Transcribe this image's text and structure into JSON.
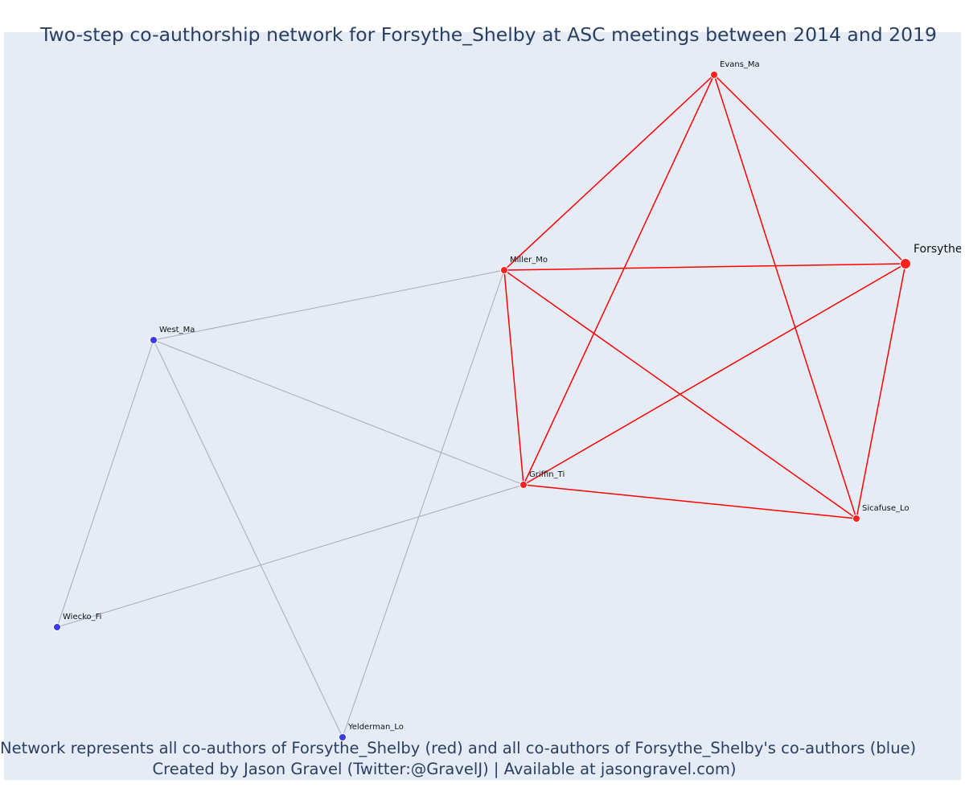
{
  "title": "Two-step co-authorship network for Forsythe_Shelby at ASC meetings between 2014 and 2019",
  "caption": {
    "line1": "Network represents all co-authors of Forsythe_Shelby (red) and all co-authors of Forsythe_Shelby's co-authors (blue)",
    "line2": "Created by Jason Gravel (Twitter:@GravelJ) | Available at jasongravel.com)"
  },
  "colors": {
    "background": "#e5ecf6",
    "red_node": "#ff2020",
    "blue_node": "#3a3ae6",
    "red_edge": "#ff0000",
    "gray_edge": "#a9a9bb",
    "text": "#2a3f5f"
  },
  "nodes": [
    {
      "id": "Forsythe_Shelby",
      "label": "Forsythe_Shelby",
      "group": "ego"
    },
    {
      "id": "Evans_Ma",
      "label": "Evans_Ma",
      "group": "red"
    },
    {
      "id": "Miller_Mo",
      "label": "Miller_Mo",
      "group": "red"
    },
    {
      "id": "Griffin_Ti",
      "label": "Griffin_Ti",
      "group": "red"
    },
    {
      "id": "Sicafuse_Lo",
      "label": "Sicafuse_Lo",
      "group": "red"
    },
    {
      "id": "West_Ma",
      "label": "West_Ma",
      "group": "blue"
    },
    {
      "id": "Wiecko_Fi",
      "label": "Wiecko_Fi",
      "group": "blue"
    },
    {
      "id": "Yelderman_Lo",
      "label": "Yelderman_Lo",
      "group": "blue"
    }
  ],
  "edges": [
    {
      "source": "Evans_Ma",
      "target": "Miller_Mo",
      "type": "red"
    },
    {
      "source": "Evans_Ma",
      "target": "Griffin_Ti",
      "type": "red"
    },
    {
      "source": "Evans_Ma",
      "target": "Forsythe_Shelby",
      "type": "red"
    },
    {
      "source": "Evans_Ma",
      "target": "Sicafuse_Lo",
      "type": "red"
    },
    {
      "source": "Miller_Mo",
      "target": "Forsythe_Shelby",
      "type": "red"
    },
    {
      "source": "Miller_Mo",
      "target": "Griffin_Ti",
      "type": "red"
    },
    {
      "source": "Miller_Mo",
      "target": "Sicafuse_Lo",
      "type": "red"
    },
    {
      "source": "Forsythe_Shelby",
      "target": "Griffin_Ti",
      "type": "red"
    },
    {
      "source": "Forsythe_Shelby",
      "target": "Sicafuse_Lo",
      "type": "red"
    },
    {
      "source": "Griffin_Ti",
      "target": "Sicafuse_Lo",
      "type": "red"
    },
    {
      "source": "West_Ma",
      "target": "Miller_Mo",
      "type": "gray"
    },
    {
      "source": "West_Ma",
      "target": "Griffin_Ti",
      "type": "gray"
    },
    {
      "source": "West_Ma",
      "target": "Wiecko_Fi",
      "type": "gray"
    },
    {
      "source": "West_Ma",
      "target": "Yelderman_Lo",
      "type": "gray"
    },
    {
      "source": "Wiecko_Fi",
      "target": "Griffin_Ti",
      "type": "gray"
    },
    {
      "source": "Yelderman_Lo",
      "target": "Miller_Mo",
      "type": "gray"
    }
  ]
}
